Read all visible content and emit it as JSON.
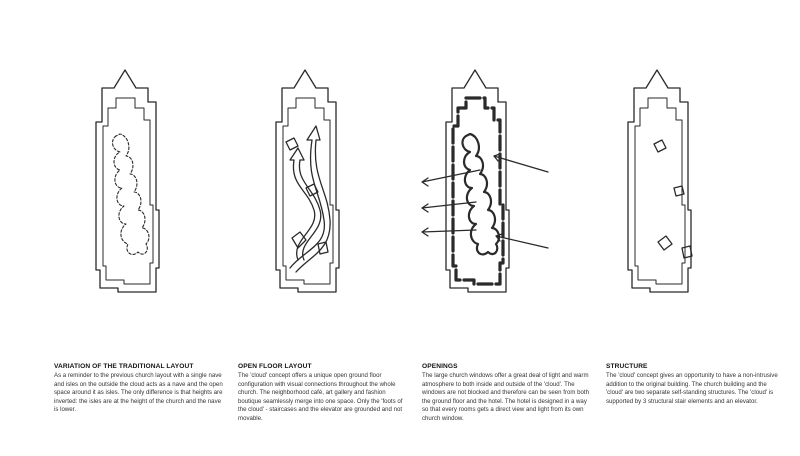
{
  "panels": [
    {
      "id": "traditional",
      "title": "VARIATION OF THE TRADITIONAL LAYOUT",
      "text": "As a reminder to the previous church layout with a single nave and isles on the outside the cloud acts as a nave and the open space around it as isles. The only difference is that heights are inverted: the isles are at the height of the church and the nave is lower."
    },
    {
      "id": "open-floor",
      "title": "OPEN FLOOR LAYOUT",
      "text": "The 'cloud' concept offers a unique open ground floor configuration with visual connections throughout the whole church. The neighborhood café, art gallery and fashion boutique seamlessly merge into one space. Only the 'foots of the cloud' - staircases and the elevator are grounded and not movable."
    },
    {
      "id": "openings",
      "title": "OPENINGS",
      "text": "The large church windows offer a great deal of light and warm atmosphere to both inside and outside of the 'cloud'. The windows are not blocked and therefore can be seen from both the ground floor and the hotel. The hotel is designed in a way so that every rooms gets a direct view and light from its own church window."
    },
    {
      "id": "structure",
      "title": "STRUCTURE",
      "text": "The 'cloud' concept gives an opportunity to have a non-intrusive addition to the original building. The church building and the 'cloud' are two separate self-standing structures. The 'cloud' is supported by 3 structural stair elements and an elevator."
    }
  ],
  "colors": {
    "ink": "#2a2a2a",
    "background": "#ffffff"
  },
  "icons": [
    "church-plan-outline",
    "cloud-outline",
    "arrow",
    "structural-block"
  ]
}
